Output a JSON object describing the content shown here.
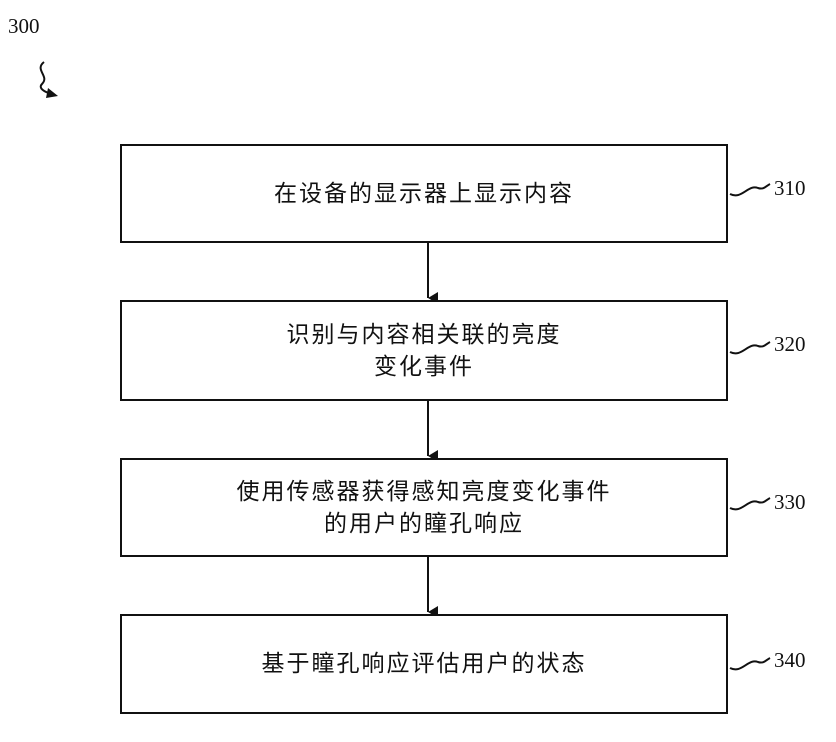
{
  "figure": {
    "ref": "300"
  },
  "steps": [
    {
      "ref": "310",
      "lines": [
        "在设备的显示器上显示内容"
      ]
    },
    {
      "ref": "320",
      "lines": [
        "识别与内容相关联的亮度",
        "变化事件"
      ]
    },
    {
      "ref": "330",
      "lines": [
        "使用传感器获得感知亮度变化事件",
        "的用户的瞳孔响应"
      ]
    },
    {
      "ref": "340",
      "lines": [
        "基于瞳孔响应评估用户的状态"
      ]
    }
  ]
}
